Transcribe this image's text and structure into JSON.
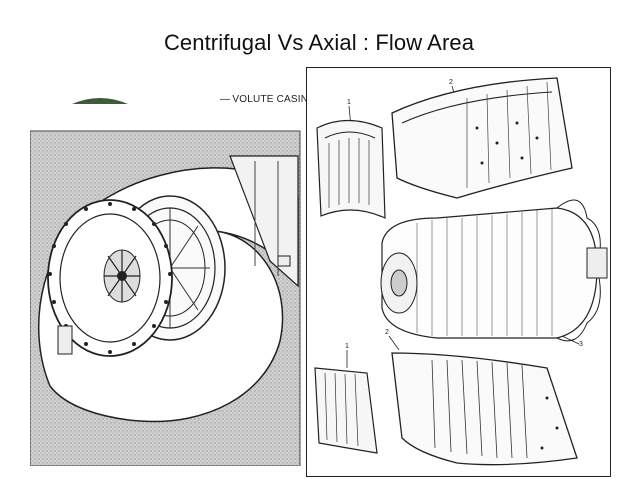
{
  "slide": {
    "title": "Centrifugal Vs Axial : Flow Area"
  },
  "figures": {
    "centrifugal": {
      "caption": "VOLUTE CASING"
    },
    "axial": {
      "labels": [
        "1",
        "2",
        "3",
        "2",
        "1"
      ]
    }
  },
  "colors": {
    "title_text": "#111111",
    "ink": "#222222",
    "volute_backdrop": "#c8c8c8",
    "logo_green": "#3f5b3a"
  }
}
